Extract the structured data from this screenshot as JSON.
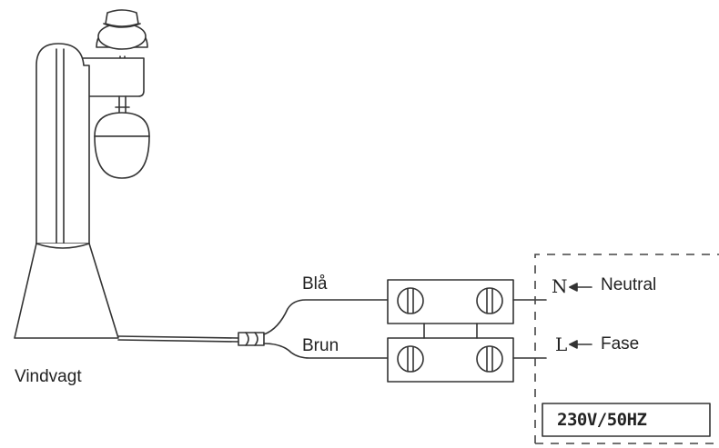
{
  "sensor": {
    "label": "Vindvagt",
    "icon": "wind-sensor-icon"
  },
  "wires": {
    "blue_label": "Blå",
    "brown_label": "Brun"
  },
  "terminals": {
    "neutral_mark": "N",
    "neutral_label": "Neutral",
    "phase_mark": "L",
    "phase_label": "Fase"
  },
  "supply": {
    "label": "230V/50HZ"
  }
}
